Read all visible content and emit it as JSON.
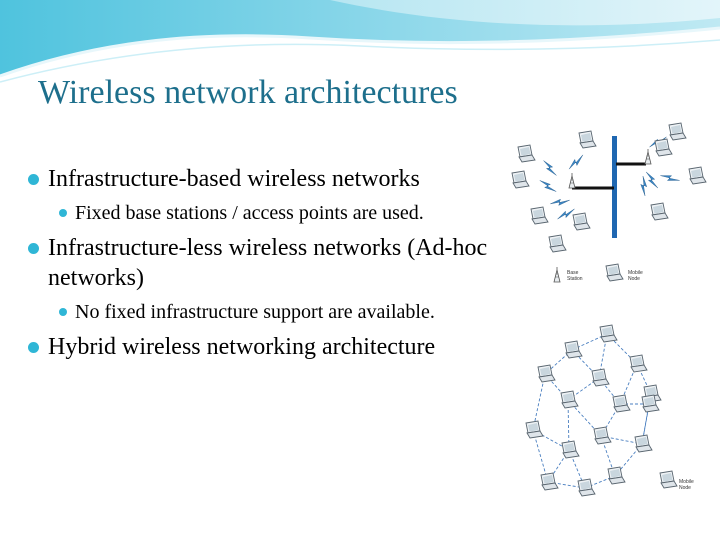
{
  "slide": {
    "title": "Wireless network architectures",
    "accent_color": "#1d6f8c",
    "bullet_color": "#2fb6d6"
  },
  "bullets": [
    {
      "level": 1,
      "text": "Infrastructure-based wireless networks"
    },
    {
      "level": 2,
      "text": "Fixed base stations / access points are used."
    },
    {
      "level": 1,
      "text": "Infrastructure-less wireless networks (Ad-hoc networks)"
    },
    {
      "level": 2,
      "text": "No fixed infrastructure support are available."
    },
    {
      "level": 1,
      "text": "Hybrid wireless networking architecture"
    }
  ],
  "infrastructure_diagram": {
    "legend_base_station": [
      "Base",
      "Station"
    ],
    "legend_mobile_node": [
      "Mobile",
      "Node"
    ]
  },
  "adhoc_diagram": {
    "legend_mobile_node": [
      "Mobile",
      "Node"
    ]
  },
  "icons": {
    "laptop": "laptop-icon",
    "base_station": "base-station-icon",
    "lightning": "lightning-icon"
  }
}
